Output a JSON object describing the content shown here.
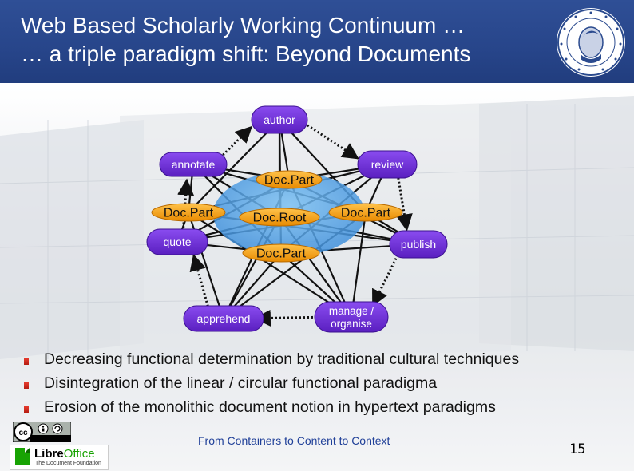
{
  "title": {
    "line1": "Web Based Scholarly Working Continuum …",
    "line2": "… a triple paradigm shift: Beyond Documents"
  },
  "diagram": {
    "outer_nodes": [
      "author",
      "review",
      "publish",
      "manage / organise",
      "apprehend",
      "quote",
      "annotate"
    ],
    "inner_nodes": [
      "Doc.Part",
      "Doc.Part",
      "Doc.Root",
      "Doc.Part",
      "Doc.Part"
    ],
    "colors": {
      "outer": "#6a2fd0",
      "inner": "#f5a20c",
      "ellipse": "#4aa0e6"
    }
  },
  "bullets": [
    "Decreasing functional determination by traditional cultural techniques",
    "Disintegration of the linear / circular functional paradigma",
    "Erosion of the monolithic document notion in hypertext paradigms"
  ],
  "footer": "From Containers to Content to Context",
  "page_number": "15",
  "logos": {
    "cc": "cc-by-sa-icon",
    "libreoffice": {
      "name_a": "Libre",
      "name_b": "Office",
      "sub": "The Document Foundation"
    },
    "university": "humboldt-university-seal-icon"
  }
}
